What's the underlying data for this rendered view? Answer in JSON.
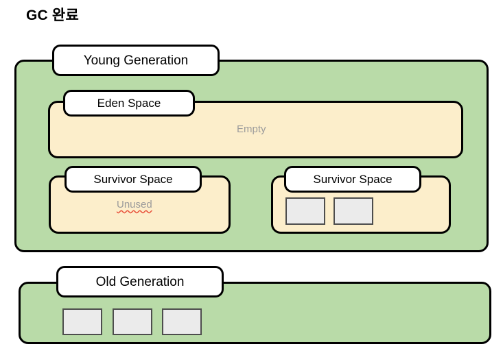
{
  "title": "GC 완료",
  "colors": {
    "generation_fill": "#b9dba8",
    "space_fill": "#fceecb",
    "object_fill": "#ebebeb",
    "object_border": "#4d4d4d",
    "outline": "#000000",
    "status_text": "#9b9b9b",
    "spellcheck_underline": "#e8503a"
  },
  "young_generation": {
    "label": "Young Generation",
    "eden": {
      "label": "Eden Space",
      "status": "Empty",
      "objects": []
    },
    "survivor_from": {
      "label": "Survivor Space",
      "status": "Unused",
      "objects": []
    },
    "survivor_to": {
      "label": "Survivor Space",
      "status": "",
      "objects": [
        {
          "name": "object-block"
        },
        {
          "name": "object-block"
        }
      ]
    }
  },
  "old_generation": {
    "label": "Old Generation",
    "objects": [
      {
        "name": "object-block"
      },
      {
        "name": "object-block"
      },
      {
        "name": "object-block"
      }
    ]
  }
}
